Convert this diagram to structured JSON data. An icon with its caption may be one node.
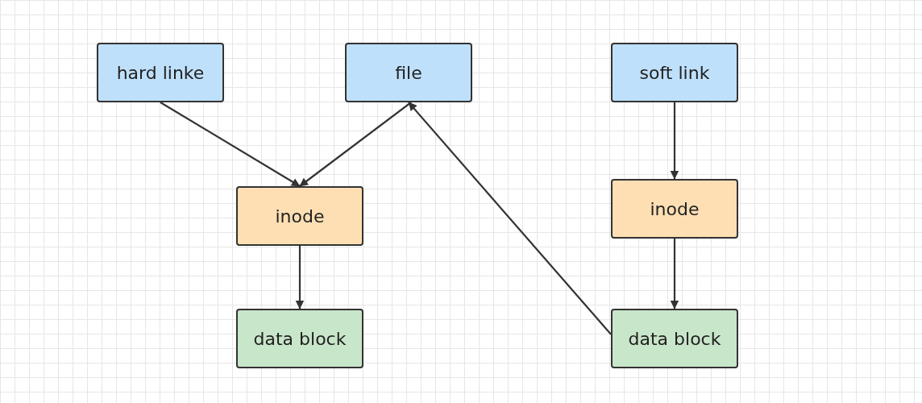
{
  "diagram": {
    "nodes": [
      {
        "text": [
          "hard linke"
        ]
      },
      {
        "text": [
          "file"
        ]
      },
      {
        "text": [
          "soft link"
        ]
      },
      {
        "text": [
          "inode"
        ]
      },
      {
        "text": [
          "inode"
        ]
      },
      {
        "text": [
          "data block"
        ]
      },
      {
        "text": [
          "data block"
        ]
      }
    ],
    "edges": [
      {
        "from": 0,
        "to": 3,
        "arrow": "to"
      },
      {
        "from": 1,
        "to": 3,
        "arrow": "to"
      },
      {
        "from": 3,
        "to": 5,
        "arrow": "to"
      },
      {
        "from": 2,
        "to": 4,
        "arrow": "to"
      },
      {
        "from": 4,
        "to": 6,
        "arrow": "to"
      },
      {
        "from": 6,
        "to": 1,
        "arrow": "to"
      }
    ]
  }
}
